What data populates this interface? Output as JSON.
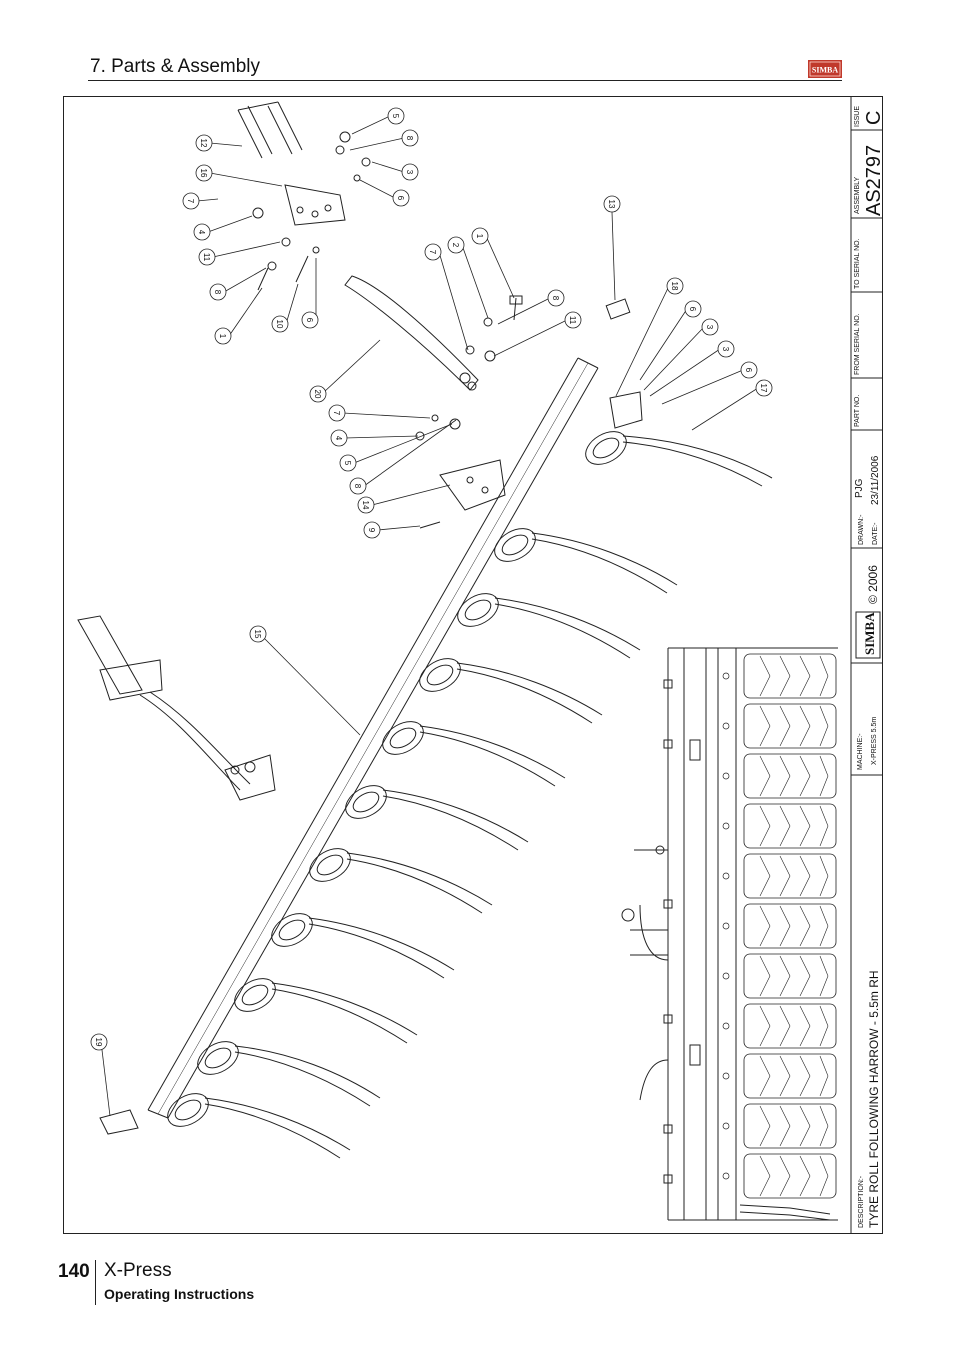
{
  "header": {
    "section_title": "7. Parts & Assembly",
    "logo_text": "SIMBA"
  },
  "title_block": {
    "issue_label": "ISSUE",
    "issue_value": "C",
    "assembly_label": "ASSEMBLY",
    "assembly_value": "AS2797",
    "to_serial_label": "TO SERIAL NO.",
    "from_serial_label": "FROM SERIAL NO.",
    "part_no_label": "PART NO.",
    "drawn_label": "DRAWN:-",
    "drawn_value": "PJG",
    "date_label": "DATE:-",
    "date_value": "23/11/2006",
    "copyright": "© 2006",
    "brand": "SIMBA",
    "machine_label": "MACHINE:-",
    "machine_value": "X-PRESS 5.5m",
    "description_label": "DESCRIPTION:-",
    "description_value": "TYRE ROLL FOLLOWING HARROW - 5.5m RH"
  },
  "callouts": [
    "5",
    "8",
    "3",
    "6",
    "12",
    "16",
    "7",
    "4",
    "11",
    "8",
    "1",
    "10",
    "6",
    "7",
    "2",
    "1",
    "8",
    "11",
    "13",
    "18",
    "6",
    "3",
    "3",
    "6",
    "17",
    "20",
    "7",
    "4",
    "5",
    "8",
    "14",
    "9",
    "15",
    "19"
  ],
  "footer": {
    "page_number": "140",
    "product": "X-Press",
    "subtitle": "Operating Instructions"
  },
  "colors": {
    "line": "#222222",
    "logo_red": "#c0392b"
  }
}
